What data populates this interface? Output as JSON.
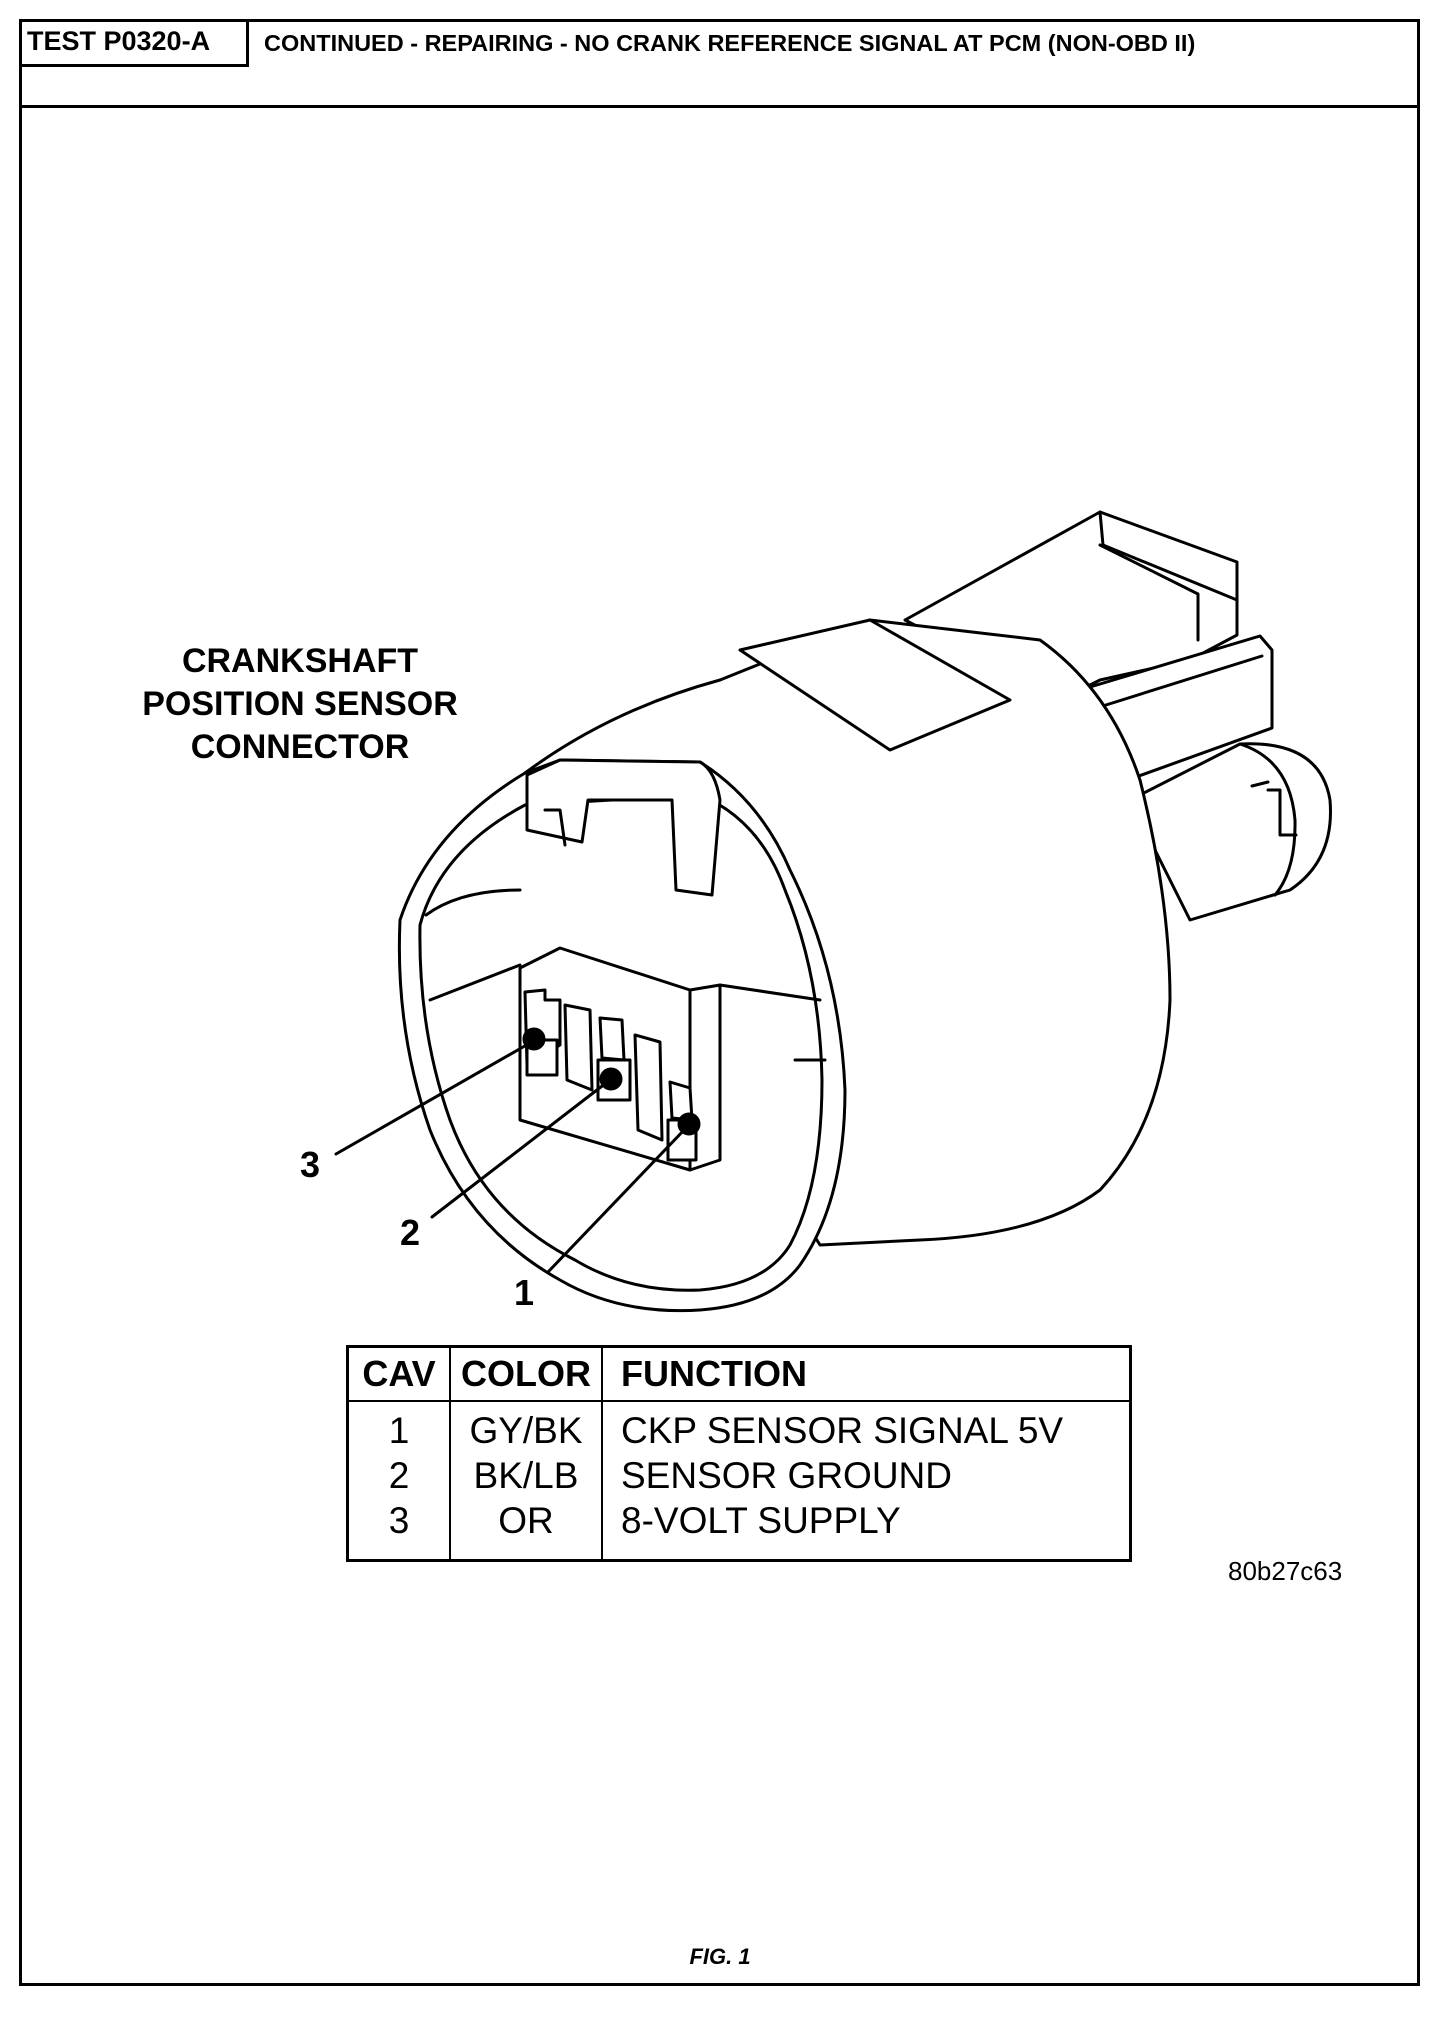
{
  "header": {
    "test_id": "TEST P0320-A",
    "title": "CONTINUED - REPAIRING - NO CRANK REFERENCE SIGNAL AT PCM (NON-OBD II)"
  },
  "diagram": {
    "label_lines": [
      "CRANKSHAFT",
      "POSITION SENSOR",
      "CONNECTOR"
    ],
    "callouts": [
      "3",
      "2",
      "1"
    ]
  },
  "pin_table": {
    "headers": [
      "CAV",
      "COLOR",
      "FUNCTION"
    ],
    "rows": [
      {
        "cav": "1",
        "color": "GY/BK",
        "function": "CKP SENSOR SIGNAL 5V"
      },
      {
        "cav": "2",
        "color": "BK/LB",
        "function": "SENSOR GROUND"
      },
      {
        "cav": "3",
        "color": "OR",
        "function": "8-VOLT SUPPLY"
      }
    ]
  },
  "figure": {
    "id": "80b27c63",
    "caption": "FIG. 1"
  }
}
